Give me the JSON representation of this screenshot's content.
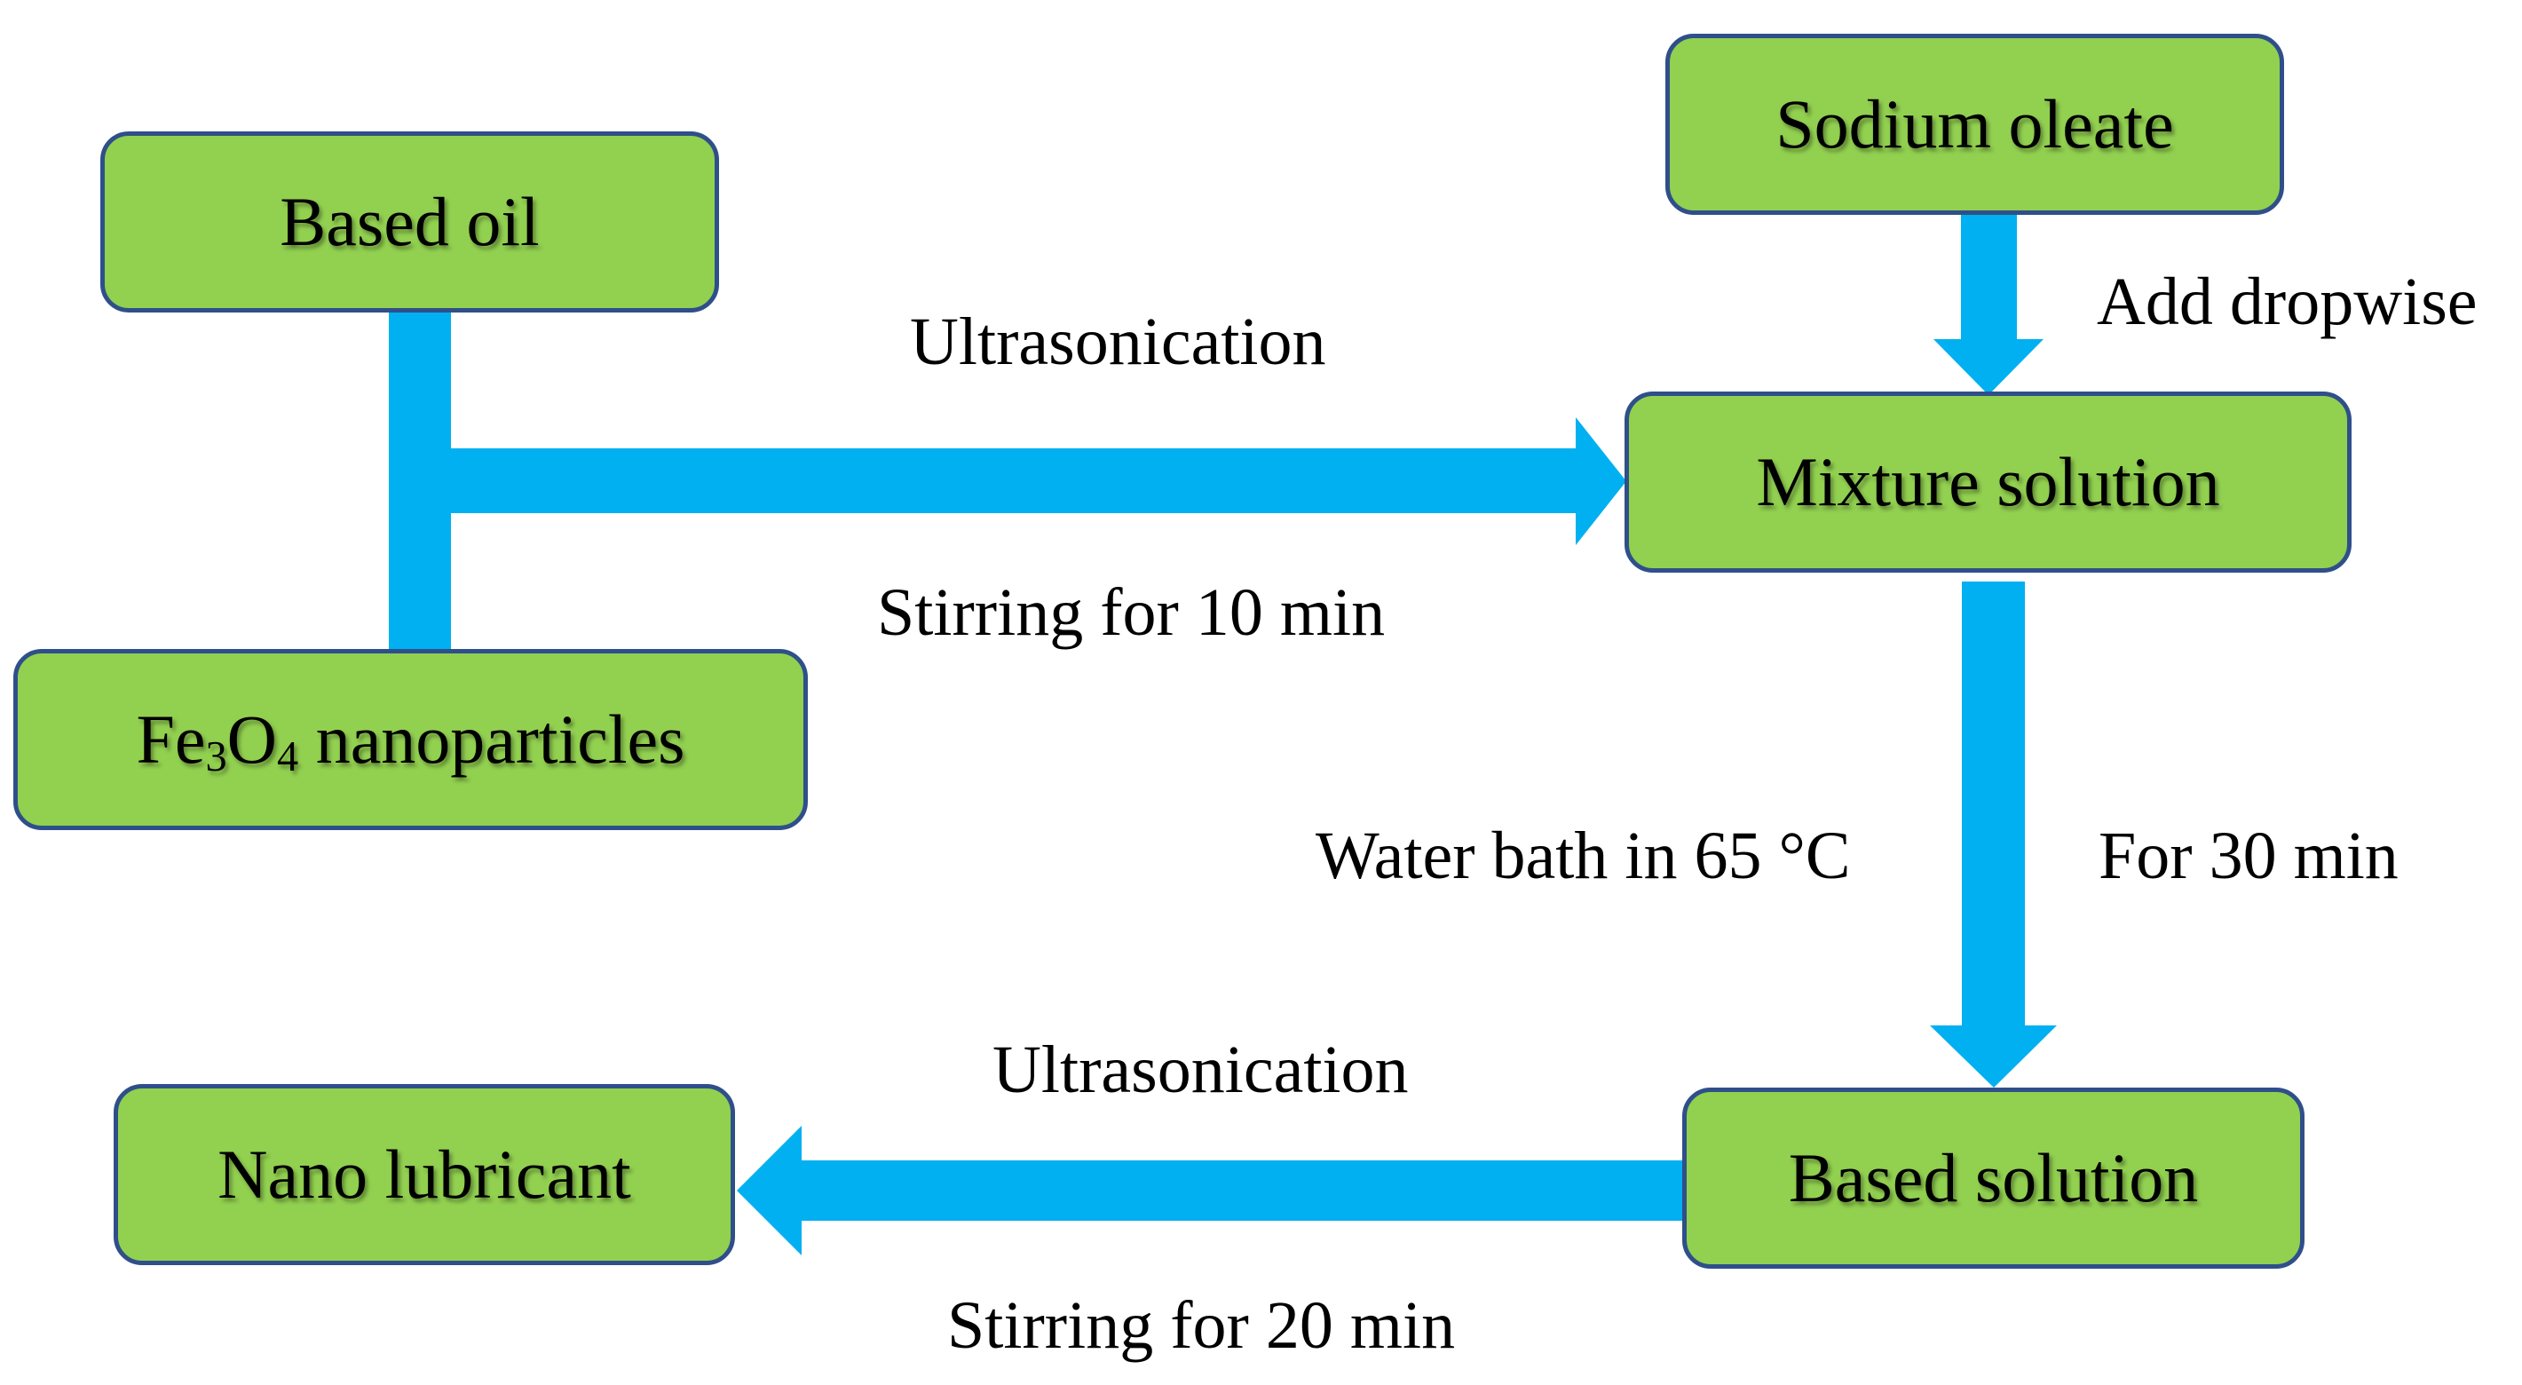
{
  "colors": {
    "box_fill": "#92d050",
    "box_border": "#2f4f8a",
    "arrow": "#00b0f0"
  },
  "nodes": {
    "based_oil": "Based oil",
    "fe3o4": {
      "prefix": "Fe",
      "sub1": "3",
      "mid": "O",
      "sub2": "4",
      "suffix": " nanoparticles"
    },
    "sodium_oleate": "Sodium oleate",
    "mixture_solution": "Mixture solution",
    "based_solution": "Based solution",
    "nano_lubricant": "Nano lubricant"
  },
  "edges": {
    "mix_top": "Ultrasonication",
    "mix_bottom": "Stirring for 10 min",
    "dropwise": "Add dropwise",
    "water_bath": "Water bath in 65 °C",
    "for_30": "For 30 min",
    "final_top": "Ultrasonication",
    "final_bottom": "Stirring for 20 min"
  }
}
